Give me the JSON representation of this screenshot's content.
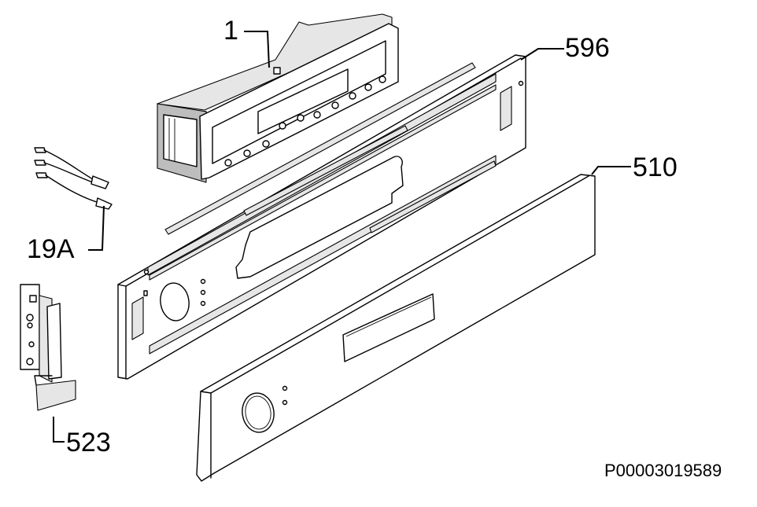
{
  "diagram": {
    "parts": [
      {
        "id": "display_module",
        "label": "1"
      },
      {
        "id": "frame_panel",
        "label": "596"
      },
      {
        "id": "front_glass",
        "label": "510"
      },
      {
        "id": "wire_harness",
        "label": "19A"
      },
      {
        "id": "side_bracket",
        "label": "523"
      }
    ],
    "reference_number": "P00003019589",
    "colors": {
      "line": "#000000",
      "background": "#ffffff",
      "shade": "#bdbdbd"
    }
  }
}
